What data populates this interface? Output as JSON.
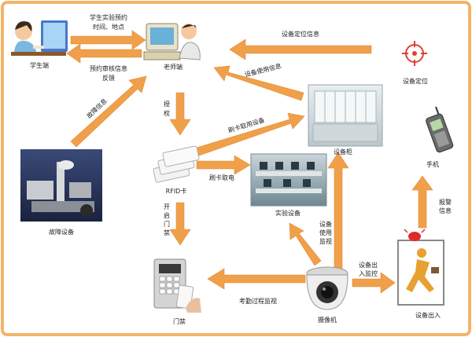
{
  "colors": {
    "frame": "#f2b46a",
    "arrow": "#f0a04b",
    "arrow_edge": "#e08a2e",
    "background": "#ffffff"
  },
  "nodes": {
    "student": "学生端",
    "teacher": "老师端",
    "locator": "设备定位",
    "cabinet": "设备柜",
    "phone": "手机",
    "rfid": "RFID卡",
    "lab": "实验设备",
    "fault": "故障设备",
    "door": "门禁",
    "camera": "摄像机",
    "exit": "设备出入"
  },
  "edges": {
    "student_to_teacher_1": "学生实验预约",
    "student_to_teacher_2": "时间、地点",
    "teacher_to_student_1": "预约审核信息",
    "teacher_to_student_2": "反馈",
    "locator_to_teacher": "设备定位信息",
    "cabinet_to_teacher": "设备使用信息",
    "fault_to_teacher": "故障信息",
    "teacher_to_rfid_1": "授",
    "teacher_to_rfid_2": "权",
    "rfid_to_cabinet": "刷卡取用设备",
    "rfid_to_lab": "刷卡取电",
    "rfid_to_door_1": "开",
    "rfid_to_door_2": "启",
    "rfid_to_door_3": "门",
    "rfid_to_door_4": "禁",
    "camera_to_lab_1": "设备",
    "camera_to_lab_2": "使用",
    "camera_to_lab_3": "监视",
    "camera_to_door": "考勤过程监视",
    "camera_to_exit_1": "设备出",
    "camera_to_exit_2": "入监控",
    "exit_to_phone_1": "报警",
    "exit_to_phone_2": "信息"
  }
}
